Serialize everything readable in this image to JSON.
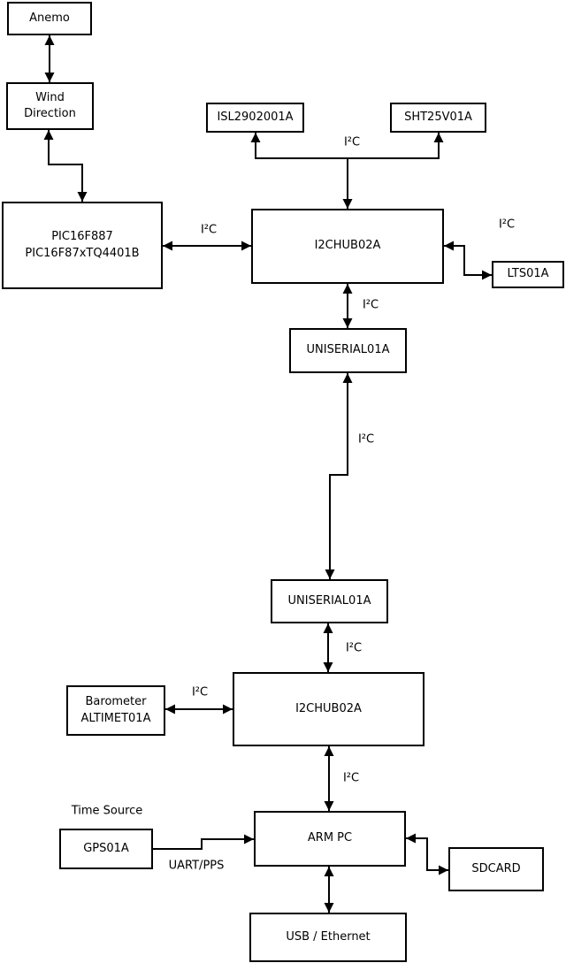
{
  "diagram": {
    "background_color": "#ffffff",
    "box_fill": "#ffffff",
    "box_border_color": "#000000",
    "line_color": "#000000"
  },
  "nodes": {
    "anemo": {
      "lines": [
        "Anemo"
      ]
    },
    "wind_direction": {
      "lines": [
        "Wind",
        "Direction"
      ]
    },
    "pic": {
      "lines": [
        "PIC16F887",
        "PIC16F87xTQ4401B"
      ]
    },
    "isl": {
      "lines": [
        "ISL2902001A"
      ]
    },
    "sht": {
      "lines": [
        "SHT25V01A"
      ]
    },
    "hub1": {
      "lines": [
        "I2CHUB02A"
      ]
    },
    "lts": {
      "lines": [
        "LTS01A"
      ]
    },
    "uniserial1": {
      "lines": [
        "UNISERIAL01A"
      ]
    },
    "uniserial2": {
      "lines": [
        "UNISERIAL01A"
      ]
    },
    "barometer": {
      "lines": [
        "Barometer",
        "ALTIMET01A"
      ]
    },
    "hub2": {
      "lines": [
        "I2CHUB02A"
      ]
    },
    "gps": {
      "lines": [
        "GPS01A"
      ]
    },
    "arm_pc": {
      "lines": [
        "ARM PC"
      ]
    },
    "sdcard": {
      "lines": [
        "SDCARD"
      ]
    },
    "usb_ethernet": {
      "lines": [
        "USB / Ethernet"
      ]
    }
  },
  "labels": {
    "i2c": "I²C",
    "uart_pps": "UART/PPS",
    "time_source": "Time Source"
  },
  "edges": [
    {
      "from": "Anemo",
      "to": "Wind Direction",
      "arrows": "both",
      "label": ""
    },
    {
      "from": "Wind Direction",
      "to": "PIC16F887 PIC16F87xTQ4401B",
      "arrows": "both",
      "label": ""
    },
    {
      "from": "PIC16F887 PIC16F87xTQ4401B",
      "to": "I2CHUB02A (upper)",
      "arrows": "both",
      "label": "I²C"
    },
    {
      "from": "I2CHUB02A (upper)",
      "to": "ISL2902001A",
      "arrows": "branch",
      "label": "I²C"
    },
    {
      "from": "I2CHUB02A (upper)",
      "to": "SHT25V01A",
      "arrows": "branch",
      "label": "I²C"
    },
    {
      "from": "I2CHUB02A (upper)",
      "to": "LTS01A",
      "arrows": "both",
      "label": "I²C"
    },
    {
      "from": "I2CHUB02A (upper)",
      "to": "UNISERIAL01A (upper)",
      "arrows": "both",
      "label": "I²C"
    },
    {
      "from": "UNISERIAL01A (upper)",
      "to": "UNISERIAL01A (lower)",
      "arrows": "both",
      "label": "I²C"
    },
    {
      "from": "UNISERIAL01A (lower)",
      "to": "I2CHUB02A (lower)",
      "arrows": "both",
      "label": "I²C"
    },
    {
      "from": "Barometer ALTIMET01A",
      "to": "I2CHUB02A (lower)",
      "arrows": "both",
      "label": "I²C"
    },
    {
      "from": "I2CHUB02A (lower)",
      "to": "ARM PC",
      "arrows": "both",
      "label": "I²C"
    },
    {
      "from": "GPS01A",
      "to": "ARM PC",
      "arrows": "to",
      "label": "UART/PPS"
    },
    {
      "from": "ARM PC",
      "to": "SDCARD",
      "arrows": "both",
      "label": ""
    },
    {
      "from": "ARM PC",
      "to": "USB / Ethernet",
      "arrows": "both",
      "label": ""
    }
  ]
}
